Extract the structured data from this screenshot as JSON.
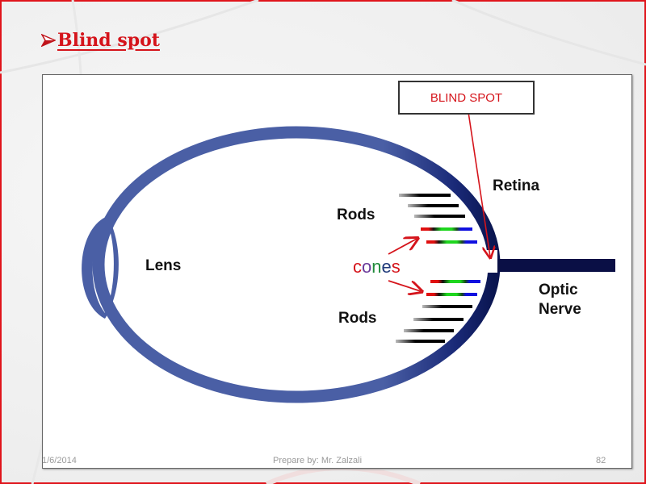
{
  "slide": {
    "title": "Blind spot",
    "title_bullet_icon": "arrow-bullet-icon",
    "colors": {
      "accent_red": "#d5141b",
      "eye_blue": "#4a5fa5",
      "retina_navy": "#0a1550"
    }
  },
  "diagram": {
    "callout": "BLIND SPOT",
    "labels": {
      "lens": "Lens",
      "retina": "Retina",
      "rods_top": "Rods",
      "rods_bottom": "Rods",
      "optic_line1": "Optic",
      "optic_line2": "Nerve"
    },
    "cones_letters": [
      {
        "ch": "c",
        "color": "#d5141b"
      },
      {
        "ch": "o",
        "color": "#6a3a9a"
      },
      {
        "ch": "n",
        "color": "#1f8a3a"
      },
      {
        "ch": "e",
        "color": "#1f3a7a"
      },
      {
        "ch": "s",
        "color": "#d5141b"
      }
    ]
  },
  "footer": {
    "date": "1/6/2014",
    "author": "Prepare by:  Mr. Zalzali",
    "page": "82"
  }
}
